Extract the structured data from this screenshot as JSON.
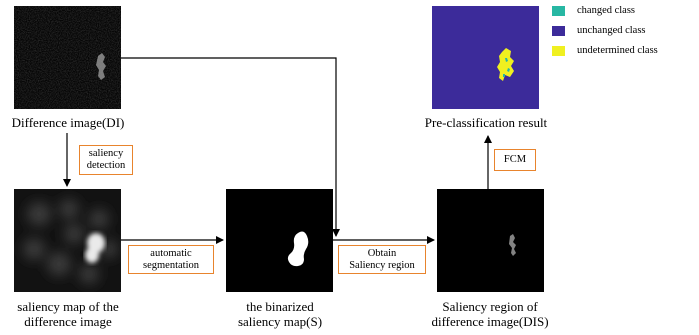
{
  "images": {
    "difference_image": "Difference image(DI)",
    "saliency_map": [
      "saliency map of the",
      "difference image"
    ],
    "binarized_map": [
      "the binarized",
      "saliency map(S)"
    ],
    "saliency_region": [
      "Saliency region of",
      "difference image(DIS)"
    ],
    "preclassification": "Pre-classification result"
  },
  "steps": {
    "saliency_detection": [
      "saliency",
      "detection"
    ],
    "automatic_segmentation": [
      "automatic",
      "segmentation"
    ],
    "obtain_saliency_region": [
      "Obtain",
      "Saliency region"
    ],
    "fcm": "FCM"
  },
  "legend": [
    {
      "label": "changed class",
      "color": "#27b7a3"
    },
    {
      "label": "unchanged class",
      "color": "#3c2b9a"
    },
    {
      "label": "undetermined class",
      "color": "#f0f020"
    }
  ],
  "colors": {
    "box_border": "#e8842d",
    "classmap_background": "#3c2b9a"
  }
}
